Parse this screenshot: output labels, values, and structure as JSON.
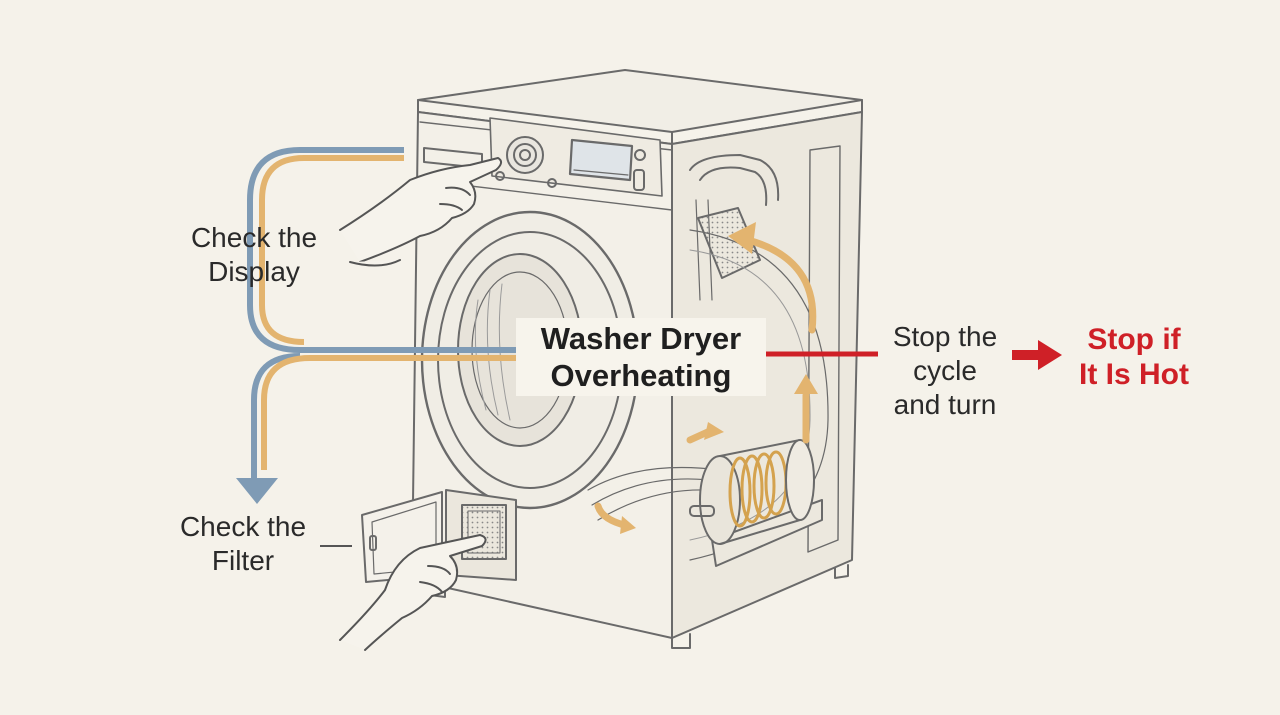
{
  "title": {
    "line1": "Washer Dryer",
    "line2": "Overheating"
  },
  "labels": {
    "display": {
      "line1": "Check the",
      "line2": "Display"
    },
    "filter": {
      "line1": "Check the",
      "line2": "Filter"
    },
    "stop_cycle": {
      "line1": "Stop the",
      "line2": "cycle",
      "line3": "and turn"
    },
    "hot": {
      "line1": "Stop if",
      "line2": "It Is Hot"
    }
  },
  "colors": {
    "background": "#f5f2ea",
    "sketch": "#6a6a6a",
    "blue_arrow": "#7f9bb5",
    "orange_arrow": "#e3b46f",
    "warning_red": "#cf2027"
  },
  "icons": [
    "washer-dryer-illustration",
    "hand-pointing-icon",
    "airflow-arrow-icon",
    "right-arrow-icon"
  ]
}
